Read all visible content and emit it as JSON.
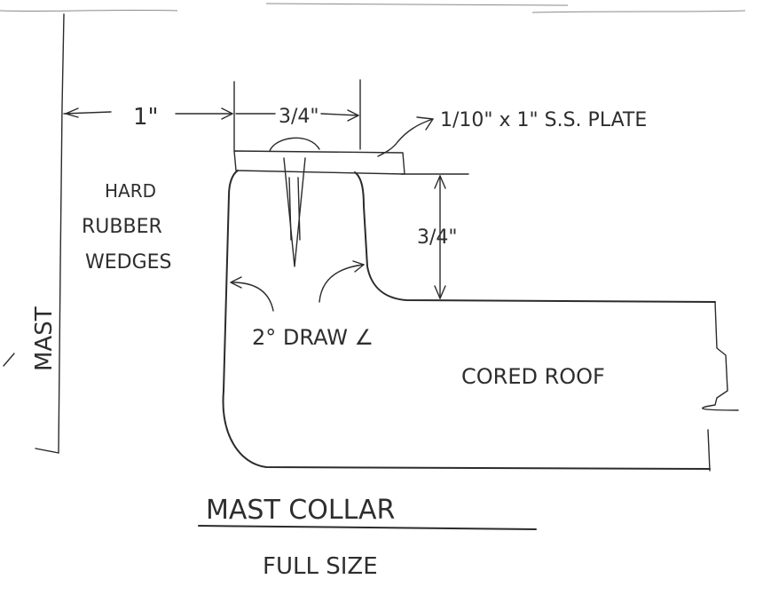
{
  "labels": {
    "mast": "MAST",
    "hard_rubber_line1": "HARD",
    "hard_rubber_line2": "RUBBER",
    "hard_rubber_line3": "WEDGES",
    "dim_one_inch": "1\"",
    "dim_three_quarter_top": "3/4\"",
    "plate_callout": "1/10\" x 1\"  S.S.  PLATE",
    "dim_three_quarter_side": "3/4\"",
    "draw_angle": "2° DRAW ∠",
    "cored_roof": "CORED ROOF",
    "title": "MAST  COLLAR",
    "subtitle": "FULL  SIZE"
  },
  "colors": {
    "ink": "#2b2b2b",
    "paper": "#ffffff"
  }
}
